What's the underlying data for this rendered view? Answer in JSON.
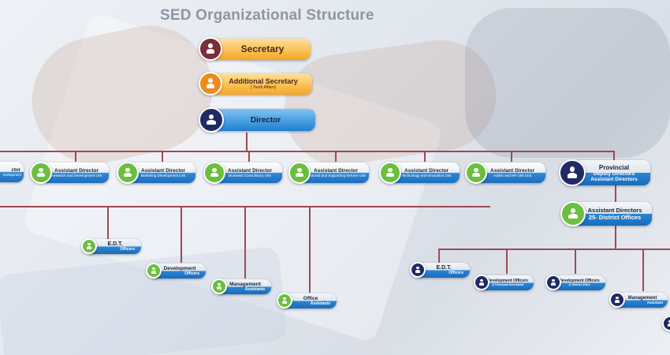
{
  "title": "SED Organizational Structure",
  "colors": {
    "line": "#9b4a55",
    "secretary_circle": "#7b2d3a",
    "addl_circle": "#f08a1c",
    "navy_circle": "#1f2a66",
    "green_circle": "#6bbf3e"
  },
  "top": {
    "secretary": "Secretary",
    "additional_secretary": "Additional Secretary",
    "additional_secretary_sub": "( Youth Affairs)",
    "director": "Director"
  },
  "assistant_directors": [
    {
      "title": "ctor",
      "unit": "evelopment"
    },
    {
      "title": "Assistant Director",
      "unit": "Research and Development Unit"
    },
    {
      "title": "Assistant Director",
      "unit": "Marketing Development Unit"
    },
    {
      "title": "Assistant Director",
      "unit": "Business Consultancy Unit"
    },
    {
      "title": "Assistant Director",
      "unit": "Financial and Supporting Service Unit"
    },
    {
      "title": "Assistant Director",
      "unit": "Technology and Innovation Unit"
    },
    {
      "title": "Assistant Director",
      "unit": "Admin and HR Unit Unit"
    }
  ],
  "provincial": {
    "title": "Provincial",
    "line2": "Deputy Directors",
    "line3": "Assistant  Directors"
  },
  "district": {
    "title": "Assistant Directors",
    "subtitle": "25- District Offices"
  },
  "left_officers": [
    {
      "title": "E.D.T.",
      "sub": "Officers"
    },
    {
      "title": "Development",
      "sub": "Officers"
    },
    {
      "title": "Management",
      "sub": "Assistants"
    },
    {
      "title": "Office",
      "sub": "Assistants"
    }
  ],
  "right_officers": [
    {
      "title": "E.D.T.",
      "sub": "Officers"
    },
    {
      "title": "Development Officers",
      "sub": "@ Divisional Secretariat"
    },
    {
      "title": "Development Officers",
      "sub": "@ District Office"
    },
    {
      "title": "Management",
      "sub": "Assistant"
    }
  ]
}
